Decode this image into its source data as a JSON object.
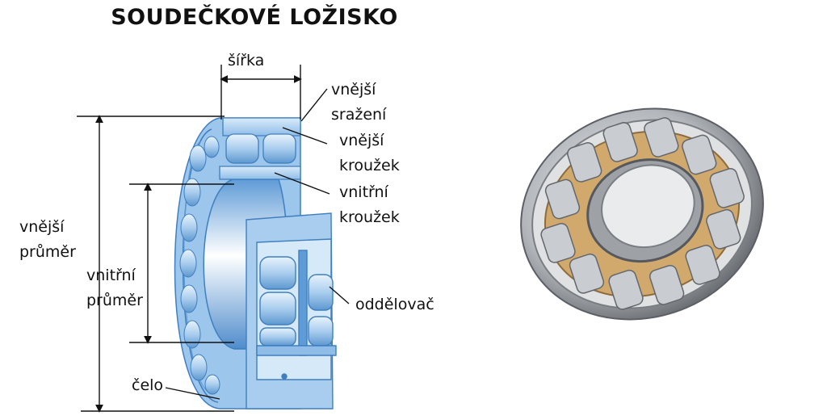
{
  "title": "SOUDEČKOVÉ LOŽISKO",
  "labels": {
    "width": "šířka",
    "outer_chamfer": [
      "vnější",
      "sražení"
    ],
    "outer_ring": [
      "vnější",
      "kroužek"
    ],
    "inner_ring": [
      "vnitřní",
      "kroužek"
    ],
    "outer_diameter": [
      "vnější",
      "průměr"
    ],
    "inner_diameter": [
      "vnitřní",
      "průměr"
    ],
    "separator": "oddělovač",
    "face": "čelo"
  },
  "colors": {
    "bearing_blue": "#9dc6ec",
    "bearing_dark": "#3f7fbf",
    "cage_bronze": "#d2a96d",
    "steel": "#b9bcc0"
  }
}
